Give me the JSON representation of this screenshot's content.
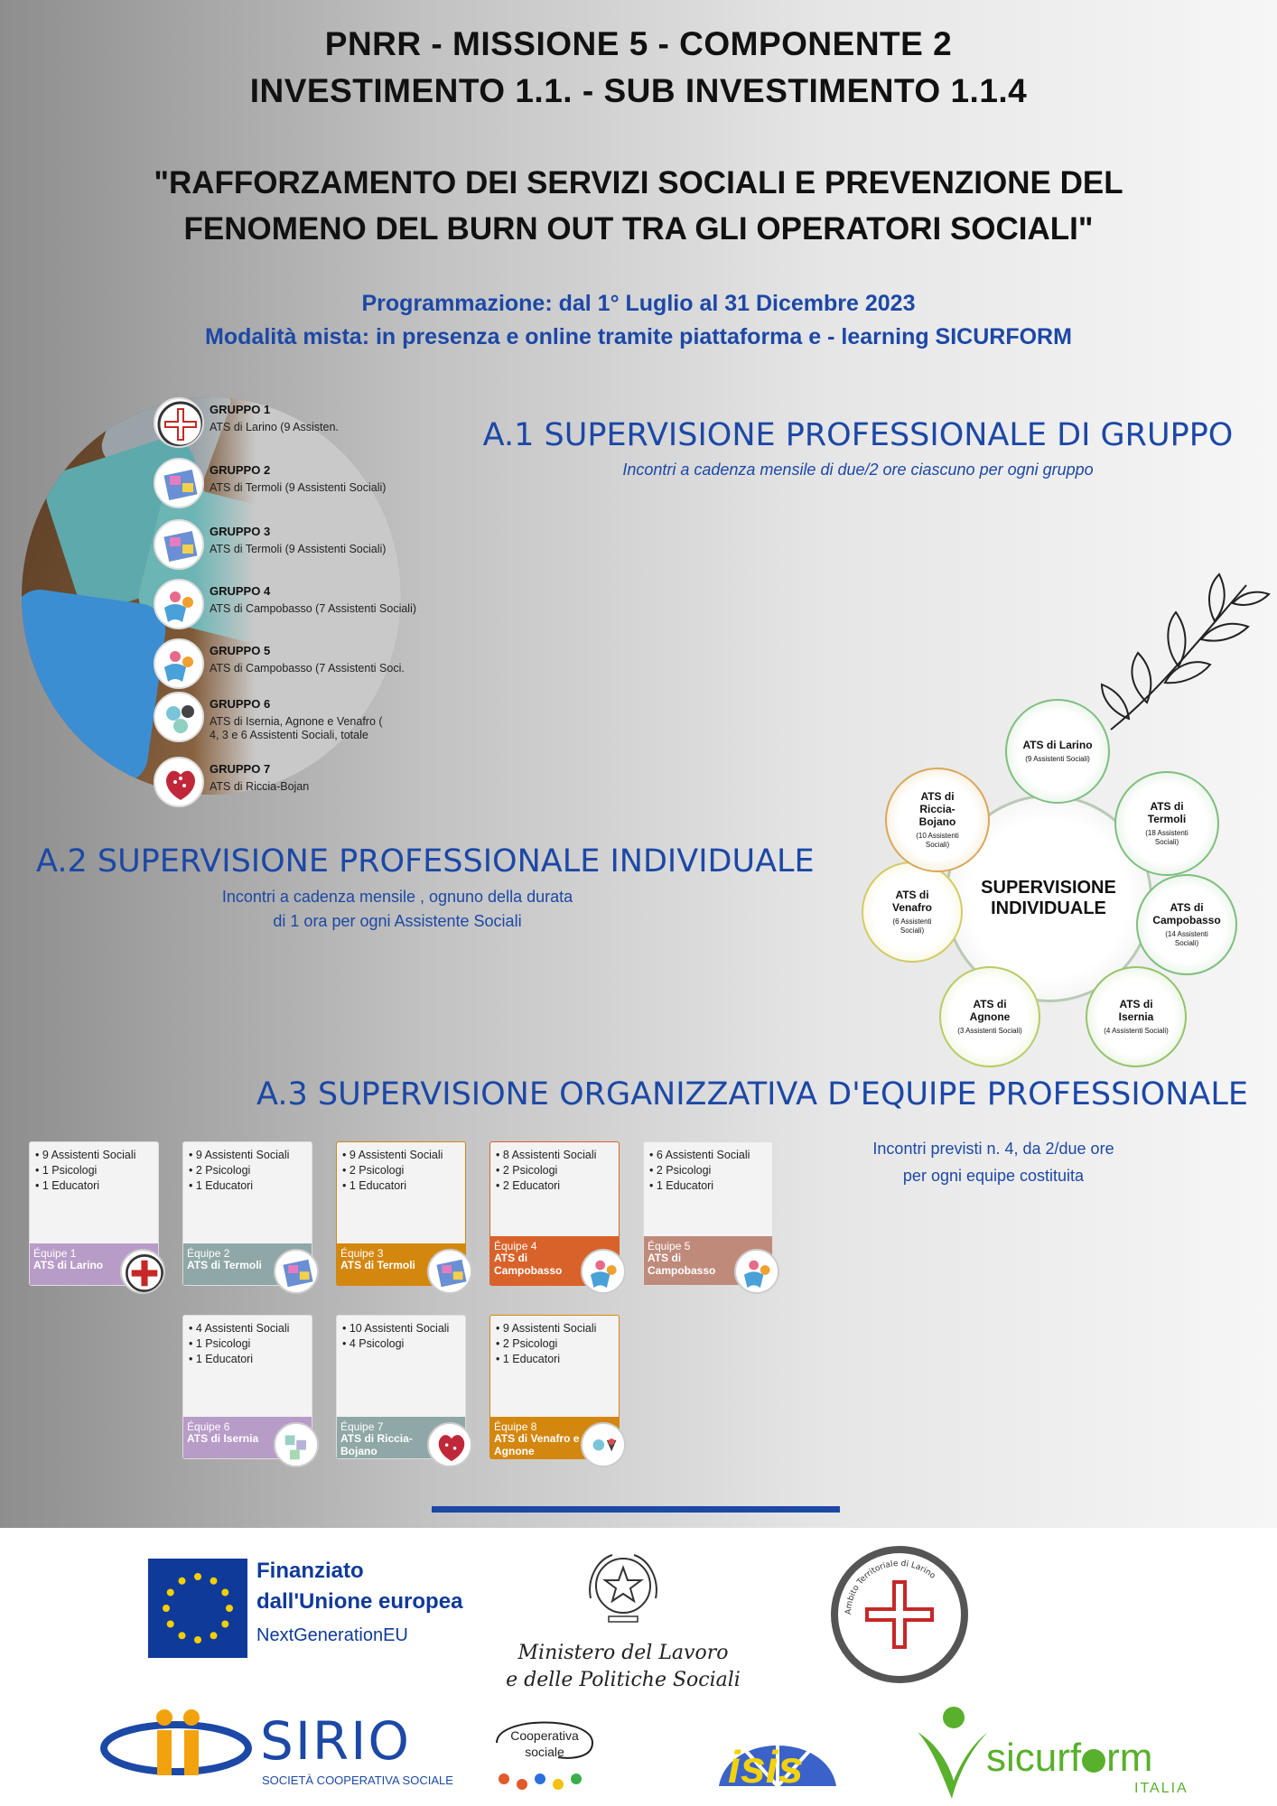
{
  "header": {
    "line1": "PNRR - MISSIONE 5 - COMPONENTE 2",
    "line2": "INVESTIMENTO 1.1. - SUB INVESTIMENTO 1.1.4",
    "title1": "\"RAFFORZAMENTO DEI SERVIZI SOCIALI  E PREVENZIONE DEL",
    "title2": "FENOMENO DEL BURN OUT TRA GLI OPERATORI SOCIALI\"",
    "prog1": "Programmazione: dal 1° Luglio al 31 Dicembre 2023",
    "prog2": "Modalità mista: in presenza e online tramite piattaforma e - learning SICURFORM"
  },
  "groups": [
    {
      "title": "GRUPPO 1",
      "sub": "ATS di Larino (9 Assisten."
    },
    {
      "title": "GRUPPO 2",
      "sub": "ATS di Termoli (9 Assistenti Sociali)"
    },
    {
      "title": "GRUPPO 3",
      "sub": "ATS di Termoli (9 Assistenti Sociali)"
    },
    {
      "title": "GRUPPO 4",
      "sub": "ATS di Campobasso (7 Assistenti Sociali)"
    },
    {
      "title": "GRUPPO 5",
      "sub": "ATS di Campobasso (7 Assistenti Soci."
    },
    {
      "title": "GRUPPO 6",
      "sub": "ATS di Isernia, Agnone e Venafro (",
      "sub2": "4, 3 e 6 Assistenti Sociali, totale"
    },
    {
      "title": "GRUPPO 7",
      "sub": "ATS di Riccia-Bojan"
    }
  ],
  "a1": {
    "title": "A.1 SUPERVISIONE PROFESSIONALE DI GRUPPO",
    "sub": "Incontri a cadenza mensile di due/2 ore ciascuno per ogni gruppo"
  },
  "a2": {
    "title": "A.2 SUPERVISIONE PROFESSIONALE INDIVIDUALE",
    "sub1": "Incontri a cadenza mensile , ognuno della durata",
    "sub2": "di 1 ora per ogni Assistente Sociali"
  },
  "network": {
    "center1": "SUPERVISIONE",
    "center2": "INDIVIDUALE",
    "nodes": [
      {
        "name": "ATS di Larino",
        "sub": "(9 Assistenti Sociali)"
      },
      {
        "name": "ATS di Termoli",
        "sub": "(18 Assistenti Sociali)"
      },
      {
        "name": "ATS di Campobasso",
        "sub": "(14 Assistenti Sociali)"
      },
      {
        "name": "ATS di Isernia",
        "sub": "(4 Assistenti Sociali)"
      },
      {
        "name": "ATS di Agnone",
        "sub": "(3 Assistenti Sociali)"
      },
      {
        "name": "ATS di Venafro",
        "sub": "(6 Assistenti Sociali)"
      },
      {
        "name": "ATS di Riccia-Bojano",
        "sub": "(10 Assistenti Sociali)"
      }
    ]
  },
  "a3": {
    "title": "A.3 SUPERVISIONE ORGANIZZATIVA D'EQUIPE PROFESSIONALE",
    "sub1": "Incontri previsti n. 4, da 2/due ore",
    "sub2": "per ogni equipe costituita"
  },
  "equipes": [
    {
      "items": [
        "• 9 Assistenti Sociali",
        "• 1 Psicologi",
        "• 1 Educatori"
      ],
      "label": "Équipe 1",
      "ats": "ATS di Larino",
      "color": "#b89cc8"
    },
    {
      "items": [
        "• 9 Assistenti Sociali",
        "• 2 Psicologi",
        "• 1 Educatori"
      ],
      "label": "Équipe 2",
      "ats": "ATS di Termoli",
      "color": "#8fa7a7"
    },
    {
      "items": [
        "• 9 Assistenti Sociali",
        "• 2 Psicologi",
        "• 1 Educatori"
      ],
      "label": "Équipe 3",
      "ats": "ATS di Termoli",
      "color": "#d4870f"
    },
    {
      "items": [
        "• 8 Assistenti Sociali",
        "• 2 Psicologi",
        "• 2 Educatori"
      ],
      "label": "Équipe 4",
      "ats": "ATS di Campobasso",
      "color": "#d9622b"
    },
    {
      "items": [
        "• 6 Assistenti Sociali",
        "• 2 Psicologi",
        "• 1 Educatori"
      ],
      "label": "Équipe 5",
      "ats": "ATS di Campobasso",
      "color": "#c08a7a"
    },
    {
      "items": [
        "• 4 Assistenti Sociali",
        "• 1 Psicologi",
        "• 1 Educatori"
      ],
      "label": "Équipe 6",
      "ats": "ATS di Isernia",
      "color": "#b89cc8"
    },
    {
      "items": [
        "• 10 Assistenti Sociali",
        "• 4 Psicologi"
      ],
      "label": "Équipe 7",
      "ats": "ATS di Riccia-Bojano",
      "color": "#8fa7a7"
    },
    {
      "items": [
        "• 9 Assistenti Sociali",
        "• 2 Psicologi",
        "• 1 Educatori"
      ],
      "label": "Équipe 8",
      "ats": "ATS di Venafro e Agnone",
      "color": "#d4870f"
    }
  ],
  "logos": {
    "eu1": "Finanziato",
    "eu2": "dall'Unione europea",
    "eu3": "NextGenerationEU",
    "min1": "Ministero del Lavoro",
    "min2": "e delle Politiche Sociali",
    "ats_ring": "Ambito Territoriale di Larino",
    "sirio": "SIRIO",
    "sirio_sub": "SOCIETÀ COOPERATIVA SOCIALE",
    "coop1": "Cooperativa",
    "coop2": "sociale",
    "isis": "isis",
    "sicurform": "sicurf",
    "sicurform2": "rm",
    "italia": "ITALIA"
  }
}
